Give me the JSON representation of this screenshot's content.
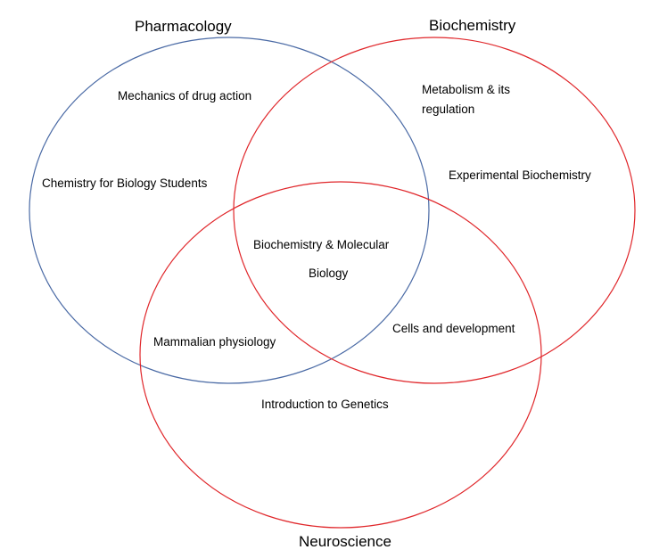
{
  "sets": {
    "pharmacology": {
      "label": "Pharmacology",
      "color": "#4a6aa5"
    },
    "biochemistry": {
      "label": "Biochemistry",
      "color": "#e0262a"
    },
    "neuroscience": {
      "label": "Neuroscience",
      "color": "#e0262a"
    }
  },
  "regions": {
    "pharmacology_only_1": "Mechanics of drug action",
    "pharmacology_only_2": "Chemistry for Biology Students",
    "biochemistry_only_1_line1": "Metabolism & its",
    "biochemistry_only_1_line2": "regulation",
    "biochemistry_only_2": "Experimental Biochemistry",
    "all_three_line1": "Biochemistry & Molecular",
    "all_three_line2": "Biology",
    "pharmacology_neuroscience": "Mammalian physiology",
    "biochemistry_neuroscience": "Cells and development",
    "neuroscience_only": "Introduction to Genetics"
  }
}
